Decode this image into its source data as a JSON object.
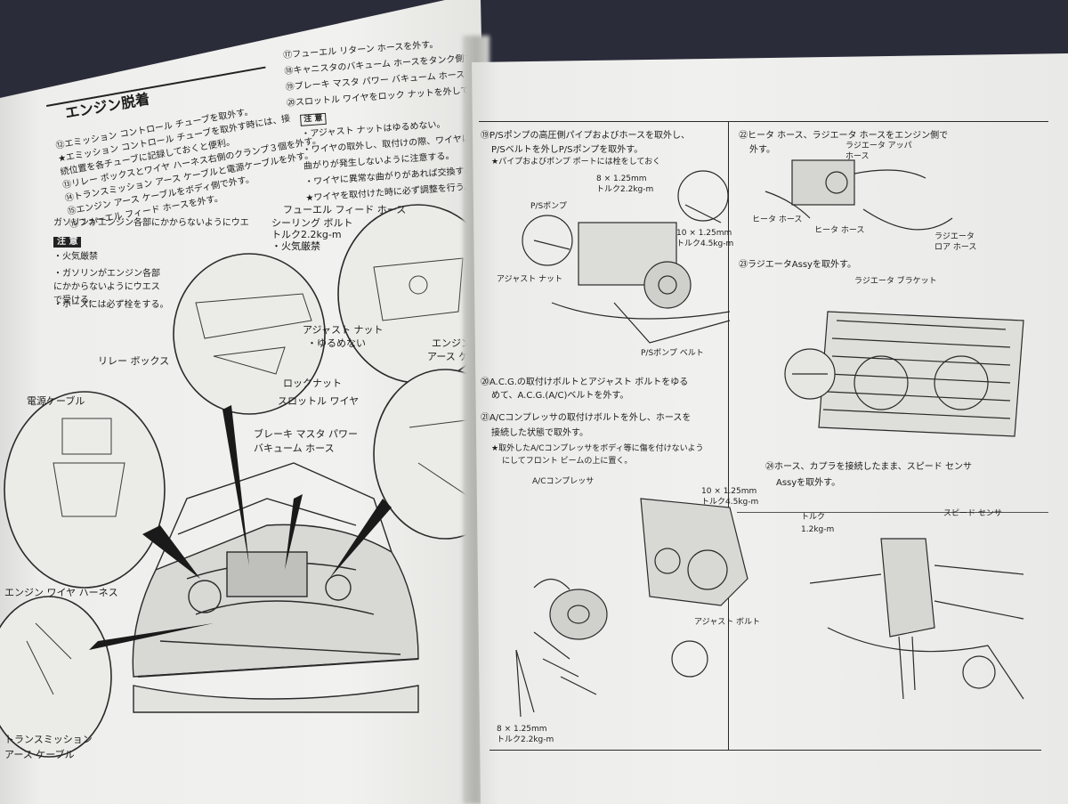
{
  "left_page": {
    "section_title": "エンジン脱着",
    "steps_top_left": [
      "⑫エミッション コントロール チューブを取外す。",
      "★エミッション コントロール チューブを取外す時には、接",
      "  続位置を各チューブに記録しておくと便利。",
      "⑬リレー ボックスとワイヤ ハーネス右側のクランプ３個を外す。",
      "⑭トランスミッション アース ケーブルと電源ケーブルを外す。",
      "⑮エンジン アース ケーブルをボディ側で外す。",
      "⑯フューエル フィード ホースを外す。"
    ],
    "warning_lead": "ガソリンがエンジン各部にかからないようにウエ",
    "warning_label": "注 意",
    "warning_items": [
      "・火気厳禁",
      "・ガソリンがエンジン各部にかからないようにウエスで受ける。",
      "・ホースには必ず栓をする。"
    ],
    "steps_top_mid": [
      "⑰フューエル リターン ホースを外す。",
      "⑱キャニスタのバキューム ホースをタンク側で外す。",
      "⑲ブレーキ マスタ パワー バキューム ホースをマスタ側で外す。",
      "⑳スロットル ワイヤをロック ナットを外して取外す。"
    ],
    "note_label": "注 意",
    "note_items": [
      "・アジャスト ナットはゆるめない。",
      "・ワイヤの取外し、取付けの際、ワイヤに",
      "  曲がりが発生しないように注意する。",
      "・ワイヤに異常な曲がりがあれば交換する。",
      "★ワイヤを取付けた時に必ず調整を行う。"
    ],
    "labels": {
      "fuel_feed": "フューエル フィード ホース",
      "sealing_bolt": "シーリング ボルト",
      "torque_sealing": "トルク2.2kg-m",
      "fire": "・火気厳禁",
      "adjust_nut": "アジャスト ナット",
      "no_loosen": "・ゆるめない",
      "lock_nut": "ロックナット",
      "throttle_wire": "スロットル ワイヤ",
      "relay_box": "リレー ボックス",
      "power_cable": "電源ケーブル",
      "brake_master": "ブレーキ マスタ パワー",
      "vacuum_hose": "バキューム ホース",
      "engine_earth": "エンジン",
      "earth_cable": "アース ケーブル",
      "engine_wire_harness": "エンジン ワイヤ ハーネス",
      "tm": "トランスミッション",
      "earth_cable2": "アース ケーブル"
    }
  },
  "right_page": {
    "step19": [
      "⑲P/Sポンプの高圧側パイプおよびホースを取外し、",
      "P/Sベルトを外しP/Sポンプを取外す。",
      "★パイプおよびポンプ ポートには栓をしておく"
    ],
    "ps_labels": {
      "bolt_spec": "8 × 1.25mm",
      "bolt_torque": "トルク2.2kg-m",
      "ps_pump": "P/Sポンプ",
      "bolt_spec2": "10 × 1.25mm",
      "bolt_torque2": "トルク4.5kg-m",
      "adjust_nut": "アジャスト ナット",
      "ps_belt": "P/Sポンプ ベルト"
    },
    "step20": [
      "⑳A.C.G.の取付けボルトとアジャスト ボルトをゆる",
      "めて、A.C.G.(A/C)ベルトを外す。"
    ],
    "step21": [
      "㉑A/Cコンプレッサの取付けボルトを外し、ホースを",
      "接続した状態で取外す。",
      "★取外したA/Cコンプレッサをボディ等に傷を付けないよう",
      "にしてフロント ビームの上に置く。"
    ],
    "ac_labels": {
      "bolt_spec": "10 × 1.25mm",
      "bolt_torque": "トルク4.5kg-m",
      "compressor": "A/Cコンプレッサ",
      "adjust_bolt": "アジャスト ボルト",
      "bolt_spec2": "8 × 1.25mm",
      "bolt_torque2": "トルク2.2kg-m"
    },
    "step22": [
      "㉒ヒータ ホース、ラジエータ ホースをエンジン側で",
      "外す。"
    ],
    "rad_labels": {
      "upper": "ラジエータ アッパ",
      "upper2": "ホース",
      "heater": "ヒータ ホース",
      "heater2": "ヒータ ホース",
      "lower": "ラジエータ",
      "lower2": "ロア ホース"
    },
    "step23": "㉓ラジエータAssyを取外す。",
    "bracket": "ラジエータ ブラケット",
    "step24": [
      "㉔ホース、カプラを接続したまま、スピード センサ",
      "Assyを取外す。"
    ],
    "speed_labels": {
      "torque": "トルク",
      "torque_val": "1.2kg-m",
      "sensor": "スピード センサ"
    }
  }
}
